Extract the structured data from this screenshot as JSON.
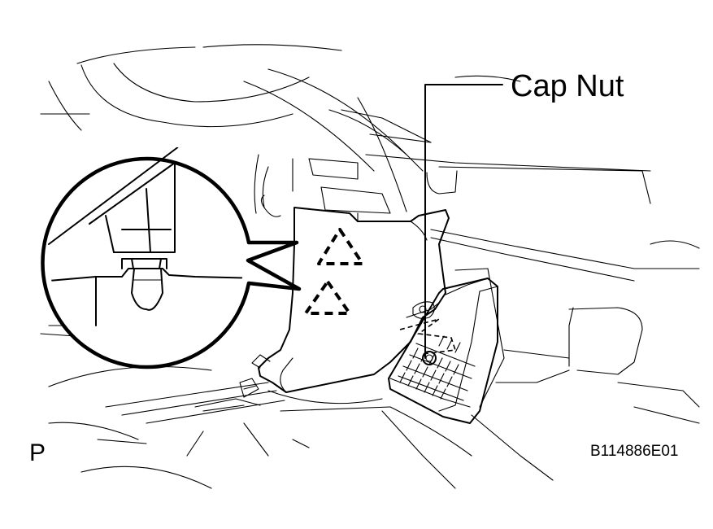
{
  "labels": {
    "cap_nut": "Cap Nut",
    "view_letter": "P",
    "figure_code": "B114886E01"
  },
  "icons": {
    "dashed_triangle_count": 2,
    "magnified_detail": "clip-detail-icon"
  },
  "colors": {
    "line": "#000000",
    "background": "#ffffff"
  }
}
